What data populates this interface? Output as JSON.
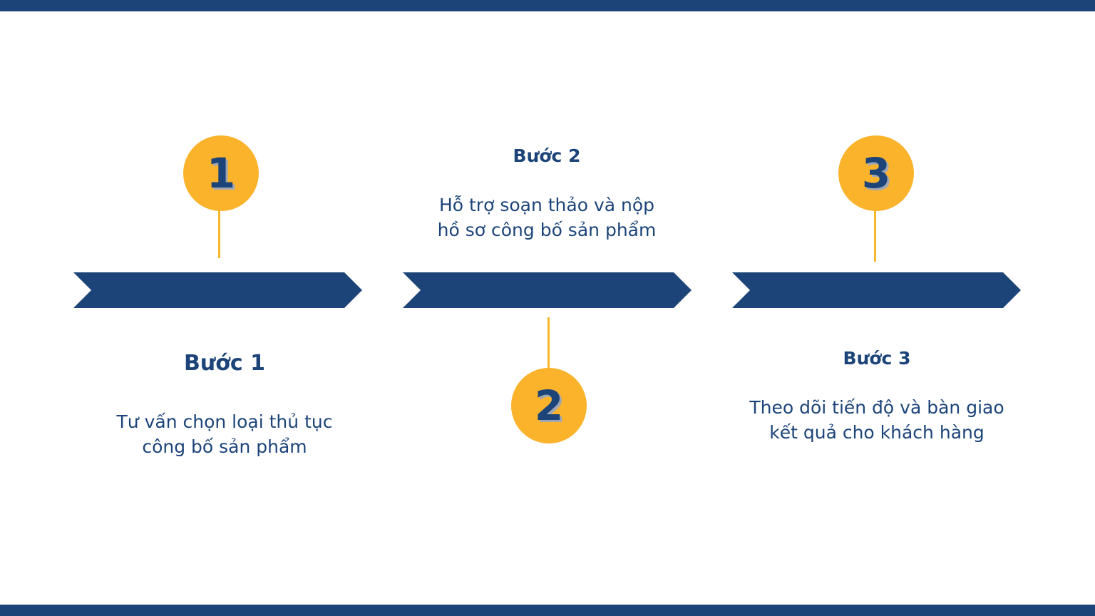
{
  "colors": {
    "navy": "#1c4479",
    "gold": "#fbb32c"
  },
  "steps": [
    {
      "number": "1",
      "title": "Bước 1",
      "desc_line1": "Tư vấn chọn loại thủ tục",
      "desc_line2": "công bố sản phẩm"
    },
    {
      "number": "2",
      "title": "Bước 2",
      "desc_line1": "Hỗ trợ soạn thảo và nộp",
      "desc_line2": "hồ sơ công bố sản phẩm"
    },
    {
      "number": "3",
      "title": "Bước 3",
      "desc_line1": "Theo dõi tiến độ và bàn giao",
      "desc_line2": "kết quả cho khách hàng"
    }
  ]
}
